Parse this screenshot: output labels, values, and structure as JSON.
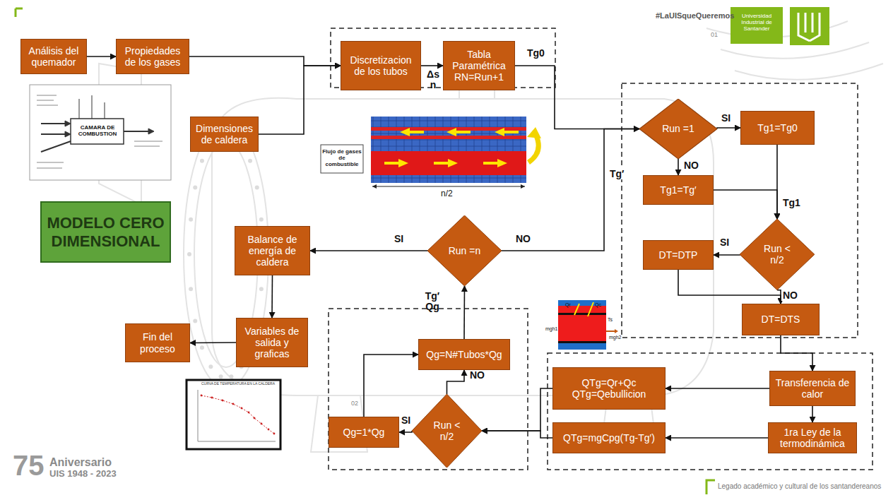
{
  "diagram": {
    "nodes": [
      {
        "text": [
          "Análisis del quemador"
        ]
      },
      {
        "text": [
          "Propiedades de los gases"
        ]
      },
      {
        "text": [
          "Dimensiones de caldera"
        ]
      },
      {
        "text": [
          "Discretizacion de los tubos"
        ]
      },
      {
        "text": [
          "Tabla Paramétrica RN=Run+1"
        ]
      },
      {
        "text": [
          "Run =1"
        ]
      },
      {
        "text": [
          "Tg1=Tg0"
        ]
      },
      {
        "text": [
          "Tg1=Tg′"
        ]
      },
      {
        "text": [
          "DT=DTP"
        ]
      },
      {
        "text": [
          "Run < n/2"
        ]
      },
      {
        "text": [
          "DT=DTS"
        ]
      },
      {
        "text": [
          "Transferencia de calor"
        ]
      },
      {
        "text": [
          "1ra Ley de la termodinámica"
        ]
      },
      {
        "text": [
          "QTg=Qr+Qc",
          "QTg=Qebullicion"
        ]
      },
      {
        "text": [
          "QTg=mgCpg(Tg-Tg′)"
        ]
      },
      {
        "text": [
          "Run < n/2"
        ]
      },
      {
        "text": [
          "Qg=1*Qg"
        ]
      },
      {
        "text": [
          "Qg=N#Tubos*Qg"
        ]
      },
      {
        "text": [
          "Run =n"
        ]
      },
      {
        "text": [
          "Balance de energía de caldera"
        ]
      },
      {
        "text": [
          "Variables de salida y graficas"
        ]
      },
      {
        "text": [
          "Fin del proceso"
        ]
      },
      {
        "text": [
          "MODELO CERO DIMENSIONAL"
        ]
      }
    ],
    "edges": [
      {
        "from": 0,
        "to": 1,
        "arrow": "to"
      },
      {
        "from": 1,
        "to": 3,
        "arrow": "to"
      },
      {
        "from": 2,
        "to": 3,
        "arrow": "to"
      },
      {
        "from": 3,
        "to": 4,
        "arrow": "to",
        "label": "Δs n"
      },
      {
        "from": 4,
        "to": 5,
        "arrow": "to",
        "label": "Tg0"
      },
      {
        "from": 5,
        "to": 6,
        "arrow": "to",
        "label": "SI"
      },
      {
        "from": 5,
        "to": 7,
        "arrow": "to",
        "label": "NO"
      },
      {
        "from": 6,
        "to": 9,
        "arrow": "to",
        "label": "Tg1"
      },
      {
        "from": 7,
        "to": 9,
        "arrow": "to"
      },
      {
        "from": 9,
        "to": 8,
        "arrow": "to",
        "label": "SI"
      },
      {
        "from": 8,
        "to": 10,
        "arrow": "to"
      },
      {
        "from": 9,
        "to": 10,
        "arrow": "to",
        "label": "NO"
      },
      {
        "from": 10,
        "to": 11,
        "arrow": "to"
      },
      {
        "from": 11,
        "to": 13,
        "arrow": "to"
      },
      {
        "from": 11,
        "to": 12,
        "arrow": "to"
      },
      {
        "from": 12,
        "to": 14,
        "arrow": "to"
      },
      {
        "from": 13,
        "to": 15,
        "arrow": "to"
      },
      {
        "from": 14,
        "to": 15,
        "arrow": "to"
      },
      {
        "from": 15,
        "to": 16,
        "arrow": "to",
        "label": "SI"
      },
      {
        "from": 15,
        "to": 17,
        "arrow": "to",
        "label": "NO"
      },
      {
        "from": 16,
        "to": 17,
        "arrow": "to"
      },
      {
        "from": 17,
        "to": 18,
        "arrow": "to",
        "label": "Tg′ Qg"
      },
      {
        "from": 18,
        "to": 19,
        "arrow": "to",
        "label": "SI"
      },
      {
        "from": 18,
        "to": 5,
        "arrow": "to",
        "label": "NO"
      },
      {
        "from": 19,
        "to": 20,
        "arrow": "to"
      },
      {
        "from": 20,
        "to": 21,
        "arrow": "to"
      }
    ],
    "labels": [
      "Tg′",
      "#LaUISqueQueremos",
      "Universidad Industrial de Santander",
      "01",
      "02",
      "Flujo de gases de combustible",
      "n/2",
      "CAMARA DE COMBUSTION",
      "75",
      "Aniversario",
      "UIS 1948 - 2023",
      "Legado académico y cultural de los santandereanos",
      "Qr",
      "Qc",
      "Ts",
      "mgh1",
      "mgh2",
      "CURVA DE TEMPERATURA EN LA CALDERA"
    ]
  }
}
